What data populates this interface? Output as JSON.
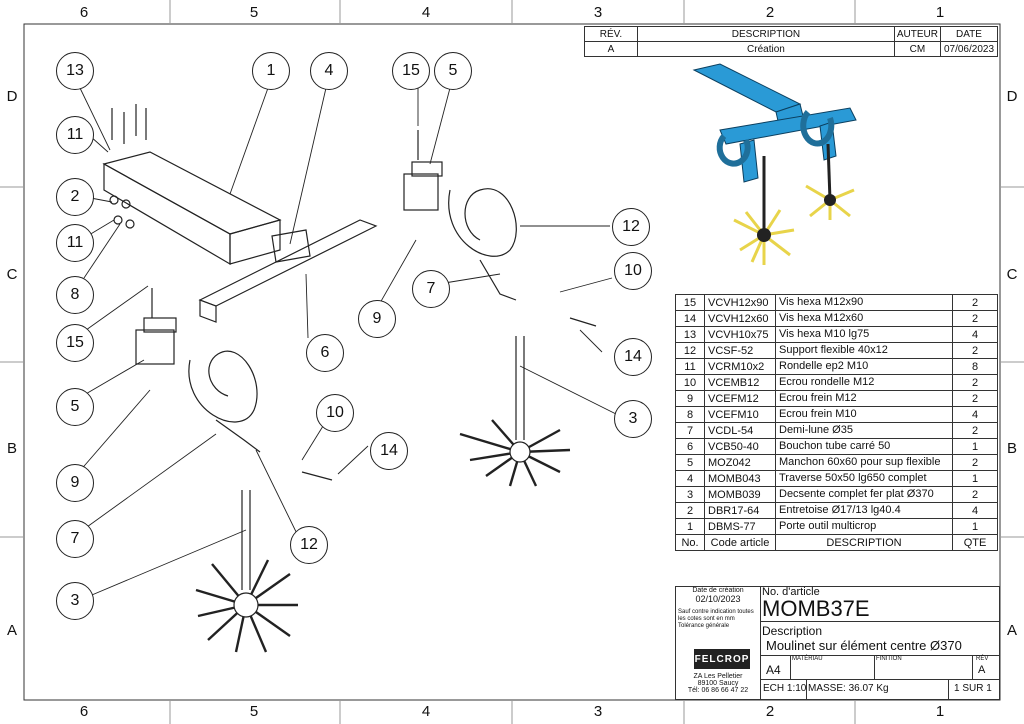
{
  "zones_top": [
    "6",
    "5",
    "4",
    "3",
    "2",
    "1"
  ],
  "zones_bottom": [
    "6",
    "5",
    "4",
    "3",
    "2",
    "1"
  ],
  "zones_left": [
    "D",
    "C",
    "B",
    "A"
  ],
  "zones_right": [
    "D",
    "C",
    "B",
    "A"
  ],
  "revision": {
    "headers": [
      "RÉV.",
      "DESCRIPTION",
      "AUTEUR",
      "DATE"
    ],
    "row": [
      "A",
      "Création",
      "CM",
      "07/06/2023"
    ]
  },
  "bom": {
    "headers": [
      "No.",
      "Code article",
      "DESCRIPTION",
      "QTE"
    ],
    "rows": [
      [
        "15",
        "VCVH12x90",
        "Vis hexa M12x90",
        "2"
      ],
      [
        "14",
        "VCVH12x60",
        "Vis hexa M12x60",
        "2"
      ],
      [
        "13",
        "VCVH10x75",
        "Vis hexa M10 lg75",
        "4"
      ],
      [
        "12",
        "VCSF-52",
        "Support flexible 40x12",
        "2"
      ],
      [
        "11",
        "VCRM10x2",
        "Rondelle ep2 M10",
        "8"
      ],
      [
        "10",
        "VCEMB12",
        "Ecrou rondelle M12",
        "2"
      ],
      [
        "9",
        "VCEFM12",
        "Ecrou frein M12",
        "2"
      ],
      [
        "8",
        "VCEFM10",
        "Ecrou frein M10",
        "4"
      ],
      [
        "7",
        "VCDL-54",
        "Demi-lune Ø35",
        "2"
      ],
      [
        "6",
        "VCB50-40",
        "Bouchon tube carré 50",
        "1"
      ],
      [
        "5",
        "MOZ042",
        "Manchon 60x60 pour sup flexible",
        "2"
      ],
      [
        "4",
        "MOMB043",
        "Traverse 50x50 lg650 complet",
        "1"
      ],
      [
        "3",
        "MOMB039",
        "Decsente complet fer plat Ø370",
        "2"
      ],
      [
        "2",
        "DBR17-64",
        "Entretoise Ø17/13 lg40.4",
        "4"
      ],
      [
        "1",
        "DBMS-77",
        "Porte outil multicrop",
        "1"
      ]
    ]
  },
  "title_block": {
    "creation_label": "Date de création",
    "creation_date": "02/10/2023",
    "tolerance_note": "Sauf contre indication toutes les cotes sont en mm Tolérance générale",
    "article_label": "No. d'article",
    "article_number": "MOMB37E",
    "description_label": "Description",
    "description": "Moulinet sur élément centre Ø370",
    "logo_text": "FELCROP",
    "address_line1": "ZA Les Pelletier",
    "address_line2": "89100 Saucy",
    "phone": "Tél: 06 86 66 47 22",
    "format": "A4",
    "material_label": "MATÉRIAU",
    "finish_label": "FINITION",
    "rev_label": "RÉV",
    "rev_value": "A",
    "scale": "ECH 1:10",
    "mass": "MASSE: 36.07 Kg",
    "sheet": "1 SUR 1"
  },
  "balloons": [
    "13",
    "1",
    "4",
    "15",
    "5",
    "11",
    "2",
    "11",
    "8",
    "12",
    "10",
    "7",
    "9",
    "15",
    "5",
    "6",
    "14",
    "3",
    "10",
    "9",
    "14",
    "7",
    "12",
    "3"
  ]
}
